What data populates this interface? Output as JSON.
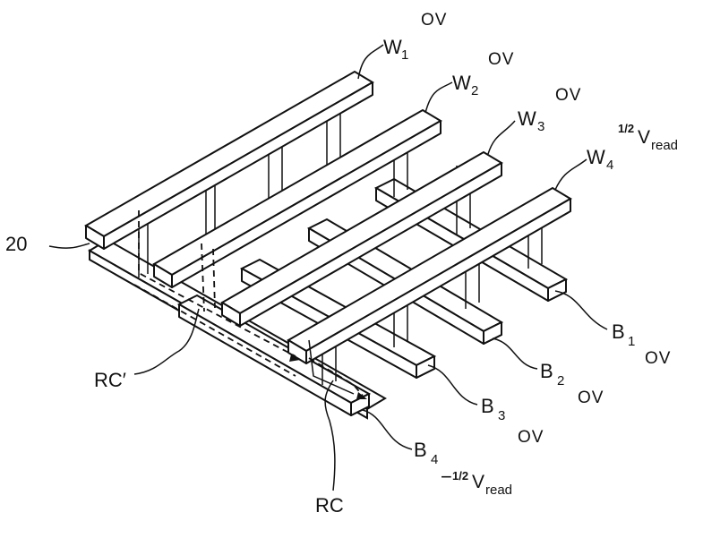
{
  "labels": {
    "word_lines": [
      {
        "name": "W",
        "sub": "1",
        "bias": "OV"
      },
      {
        "name": "W",
        "sub": "2",
        "bias": "OV"
      },
      {
        "name": "W",
        "sub": "3",
        "bias": "OV"
      },
      {
        "name": "W",
        "sub": "4",
        "bias_frac": "1/2",
        "bias_v": "V",
        "bias_sub": "read"
      }
    ],
    "bit_lines": [
      {
        "name": "B",
        "sub": "1",
        "bias": "OV"
      },
      {
        "name": "B",
        "sub": "2",
        "bias": "OV"
      },
      {
        "name": "B",
        "sub": "3",
        "bias": "OV"
      },
      {
        "name": "B",
        "sub": "4",
        "bias_sign": "−",
        "bias_frac": "1/2",
        "bias_v": "V",
        "bias_sub": "read"
      }
    ],
    "ref_20": "20",
    "rc_prime": "RC′",
    "rc": "RC"
  },
  "colors": {
    "ink": "#111111",
    "paper": "#ffffff"
  }
}
